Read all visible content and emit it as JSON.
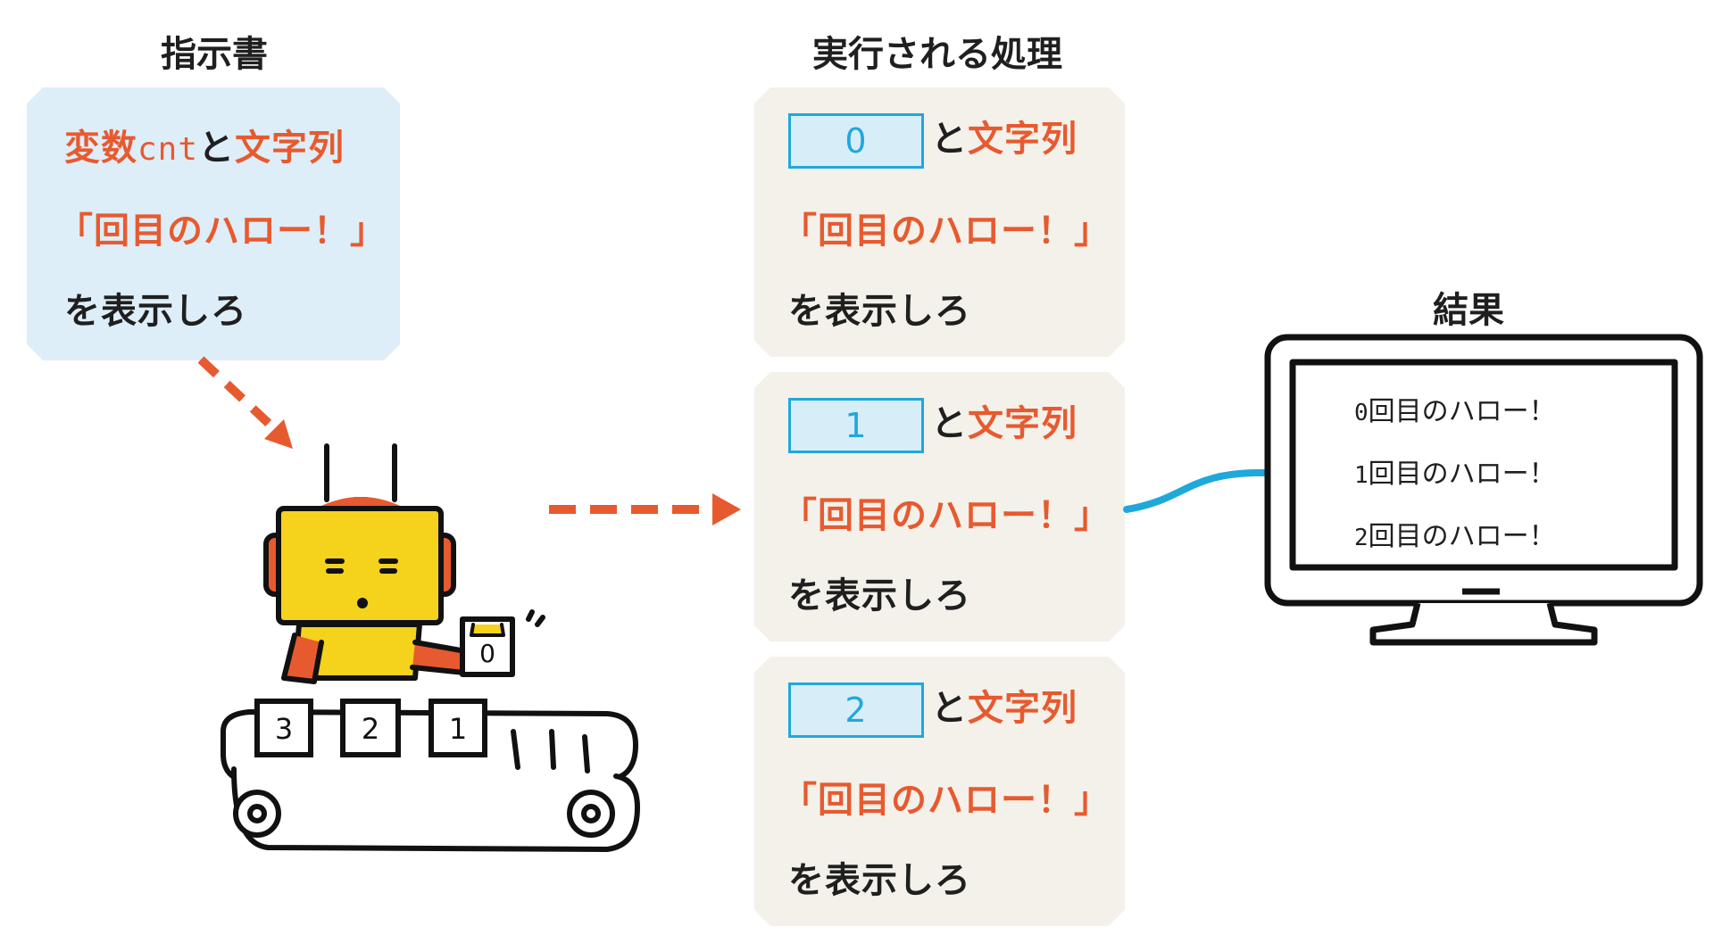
{
  "headings": {
    "instructions": "指示書",
    "executed": "実行される処理",
    "result": "結果"
  },
  "instruction_card": {
    "line1_var": "変数",
    "line1_code": "cnt",
    "line1_and": "と",
    "line1_string": "文字列",
    "line2": "「回目のハロー！」",
    "line3": "を表示しろ"
  },
  "exec_cards": [
    {
      "value": "0",
      "and": "と",
      "string": "文字列",
      "line2": "「回目のハロー！」",
      "line3": "を表示しろ"
    },
    {
      "value": "1",
      "and": "と",
      "string": "文字列",
      "line2": "「回目のハロー！」",
      "line3": "を表示しろ"
    },
    {
      "value": "2",
      "and": "と",
      "string": "文字列",
      "line2": "「回目のハロー！」",
      "line3": "を表示しろ"
    }
  ],
  "monitor_output": [
    {
      "digit": "0",
      "text": "回目のハロー！"
    },
    {
      "digit": "1",
      "text": "回目のハロー！"
    },
    {
      "digit": "2",
      "text": "回目のハロー！"
    }
  ],
  "robot": {
    "held_box": "0",
    "conveyor_boxes": [
      "3",
      "2",
      "1"
    ]
  },
  "colors": {
    "accent_orange": "#e75a2f",
    "accent_blue": "#1fa8dc",
    "instruction_bg": "#ddeef9",
    "exec_bg": "#f3f1ea",
    "robot_yellow": "#f5d21c"
  }
}
